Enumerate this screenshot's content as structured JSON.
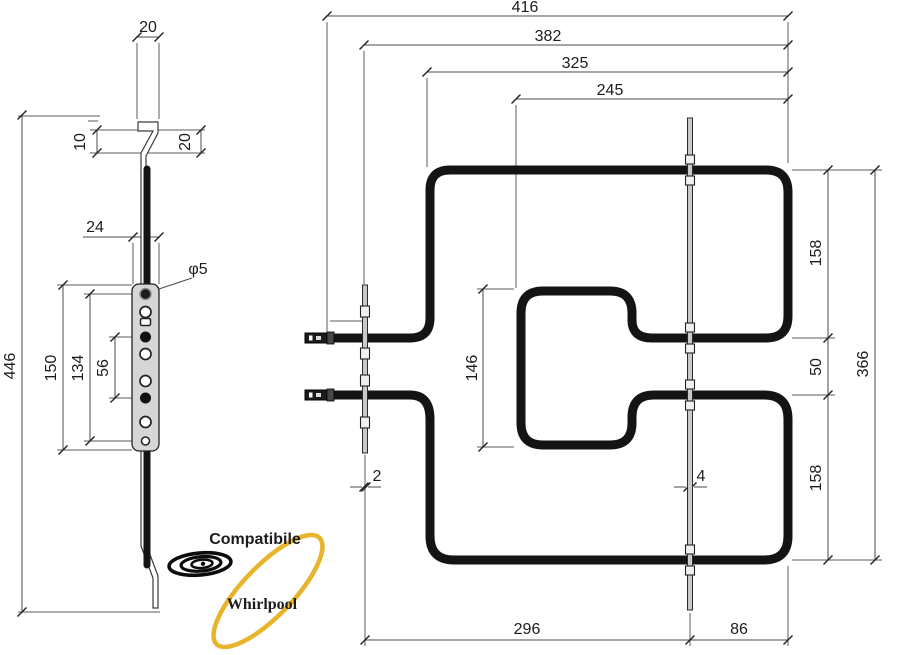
{
  "side_view": {
    "dim_tab_width": "20",
    "dim_offset_a": "10",
    "dim_offset_b": "20",
    "dim_plate_width": "24",
    "dim_hole_diameter": "φ5",
    "dim_holes_outer": "150",
    "dim_holes_inner": "134",
    "dim_holes_center": "56",
    "dim_total_height": "446"
  },
  "plan_view": {
    "dim_top_1": "416",
    "dim_top_2": "382",
    "dim_top_3": "325",
    "dim_top_4": "245",
    "dim_right_upper": "158",
    "dim_right_mid": "50",
    "dim_right_lower": "158",
    "dim_right_total": "366",
    "dim_inner_height": "146",
    "dim_bracket_thickness": "2",
    "dim_rod_thickness": "4",
    "dim_bottom_left": "296",
    "dim_bottom_right": "86"
  },
  "branding": {
    "compatibility_label": "Compatibile",
    "brand_name": "Whirlpool",
    "accent_color": "#E8B42A"
  }
}
